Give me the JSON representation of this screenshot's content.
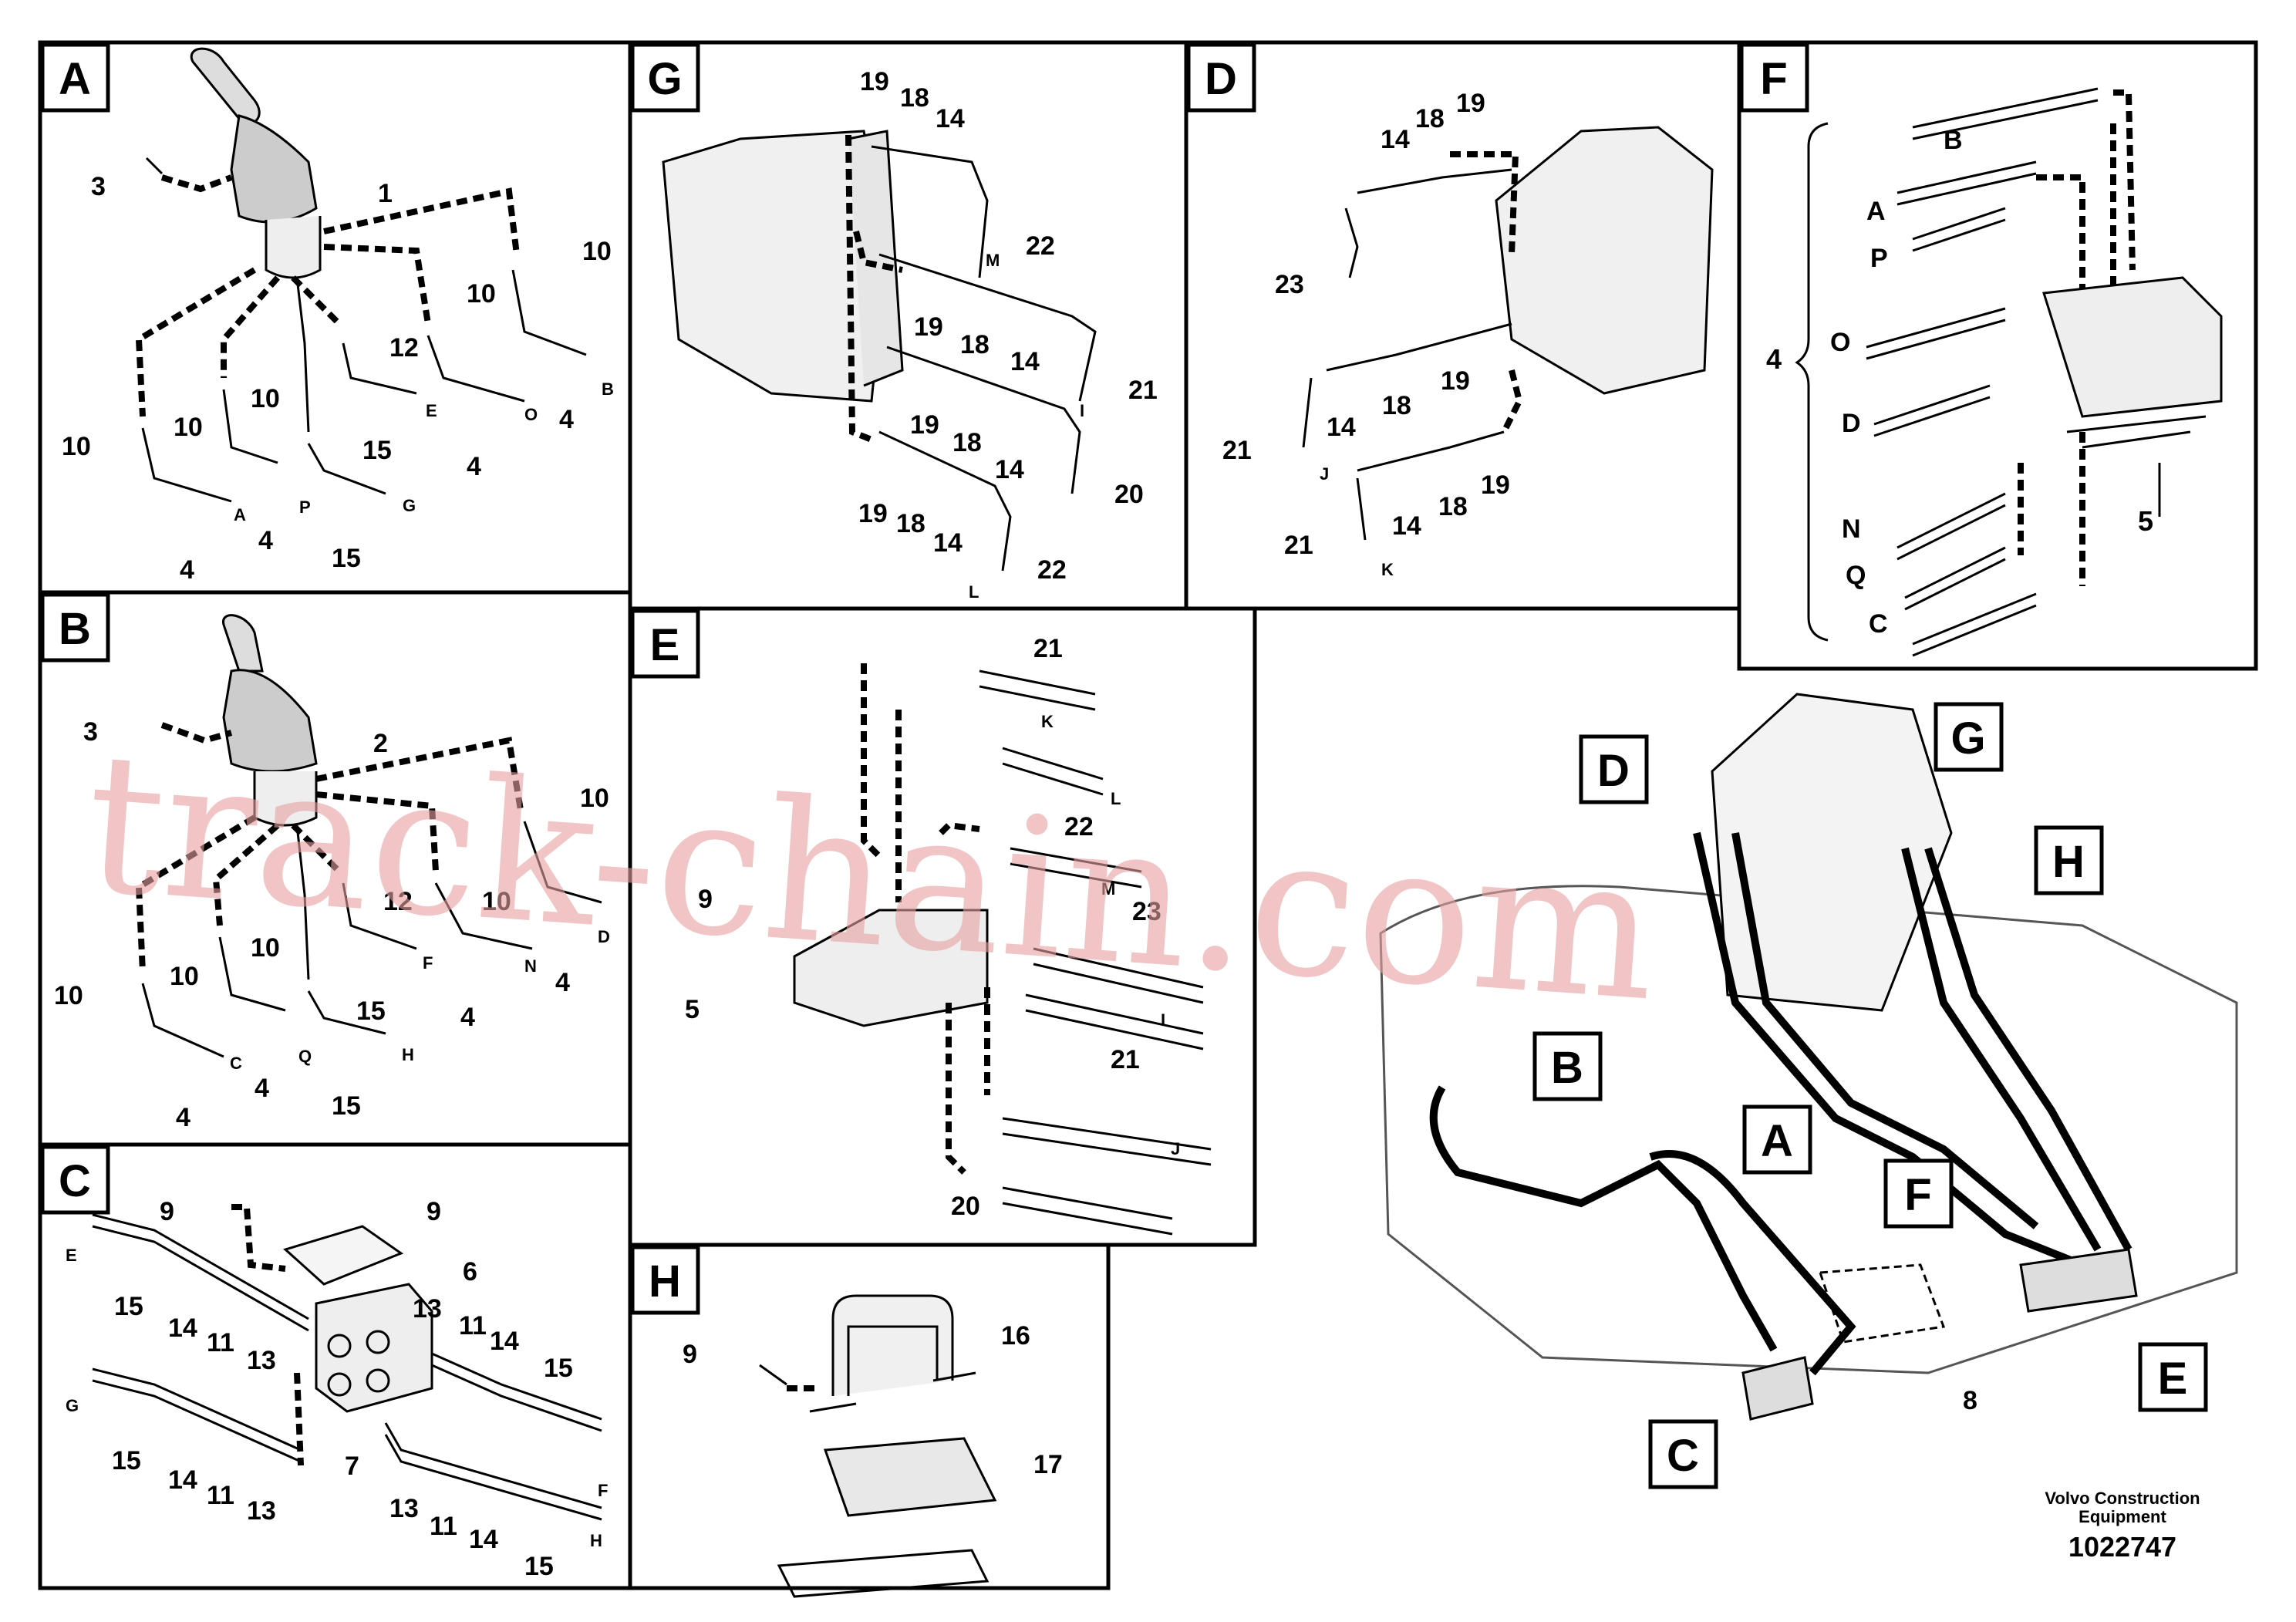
{
  "panels": {
    "A": {
      "letter": "A",
      "labels": [
        "3",
        "1",
        "10",
        "10",
        "12",
        "10",
        "10",
        "10",
        "4",
        "4",
        "4",
        "15",
        "15",
        "4",
        "A",
        "P",
        "G",
        "E",
        "O",
        "B"
      ]
    },
    "B": {
      "letter": "B",
      "labels": [
        "3",
        "2",
        "10",
        "10",
        "12",
        "10",
        "10",
        "10",
        "4",
        "4",
        "4",
        "15",
        "15",
        "4",
        "C",
        "Q",
        "H",
        "F",
        "N",
        "D"
      ]
    },
    "C": {
      "letter": "C",
      "labels": [
        "9",
        "9",
        "6",
        "E",
        "15",
        "14",
        "11",
        "13",
        "13",
        "11",
        "14",
        "15",
        "G",
        "15",
        "14",
        "11",
        "13",
        "7",
        "13",
        "11",
        "14",
        "15",
        "F",
        "H"
      ]
    },
    "G": {
      "letter": "G",
      "labels": [
        "19",
        "18",
        "14",
        "22",
        "M",
        "19",
        "18",
        "14",
        "21",
        "I",
        "19",
        "18",
        "14",
        "20",
        "19",
        "18",
        "14",
        "22",
        "L"
      ]
    },
    "D": {
      "letter": "D",
      "labels": [
        "14",
        "18",
        "19",
        "23",
        "21",
        "14",
        "18",
        "19",
        "J",
        "21",
        "14",
        "18",
        "19",
        "K"
      ]
    },
    "F": {
      "letter": "F",
      "labels": [
        "B",
        "A",
        "P",
        "4",
        "O",
        "D",
        "N",
        "Q",
        "C",
        "5"
      ]
    },
    "E": {
      "letter": "E",
      "labels": [
        "21",
        "K",
        "L",
        "22",
        "M",
        "9",
        "23",
        "5",
        "I",
        "21",
        "J",
        "20"
      ]
    },
    "H": {
      "letter": "H",
      "labels": [
        "9",
        "16",
        "17"
      ]
    },
    "overview": {
      "letters": [
        "D",
        "G",
        "H",
        "B",
        "A",
        "F",
        "E",
        "C"
      ],
      "labels": [
        "8"
      ]
    }
  },
  "footer": {
    "line1": "Volvo Construction",
    "line2": "Equipment",
    "number": "1022747"
  },
  "watermark": "track-chain.com"
}
